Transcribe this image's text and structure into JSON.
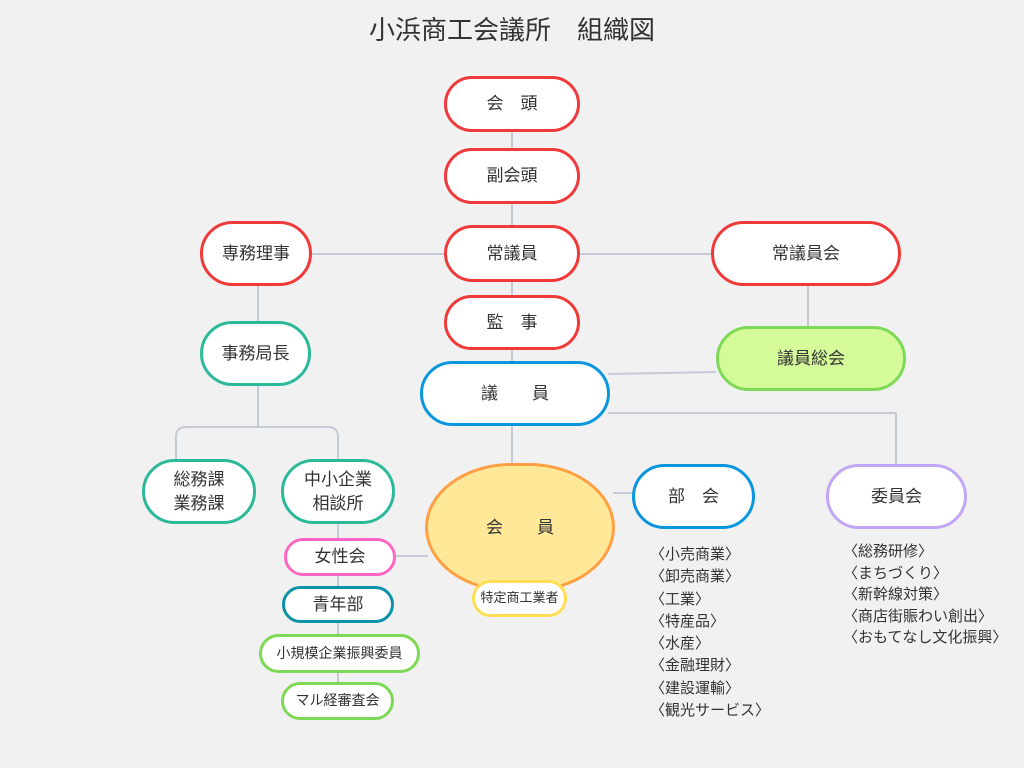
{
  "title": "小浜商工会議所　組織図",
  "nodes": {
    "kaito": "会　頭",
    "fukukaito": "副会頭",
    "jogiin": "常議員",
    "kanji": "監　事",
    "giin": "議　　員",
    "senmu": "専務理事",
    "jogiinkai": "常議員会",
    "giinsokai": "議員総会",
    "jimukyokucho": "事務局長",
    "somuka": "総務課\n業務課",
    "sodanjo": "中小企業\n相談所",
    "joseikai": "女性会",
    "seinenbu": "青年部",
    "shokibo": "小規模企業振興委員",
    "marukei": "マル経審査会",
    "kaiin": "会　　員",
    "tokutei": "特定商工業者",
    "bukai": "部　会",
    "iinkai": "委員会"
  },
  "bukai_list": [
    "〈小売商業〉",
    "〈卸売商業〉",
    "〈工業〉",
    "〈特産品〉",
    "〈水産〉",
    "〈金融理財〉",
    "〈建設運輸〉",
    "〈観光サービス〉"
  ],
  "iinkai_list": [
    "〈総務研修〉",
    "〈まちづくり〉",
    "〈新幹線対策〉",
    "〈商店街賑わい創出〉",
    "〈おもてなし文化振興〉"
  ]
}
